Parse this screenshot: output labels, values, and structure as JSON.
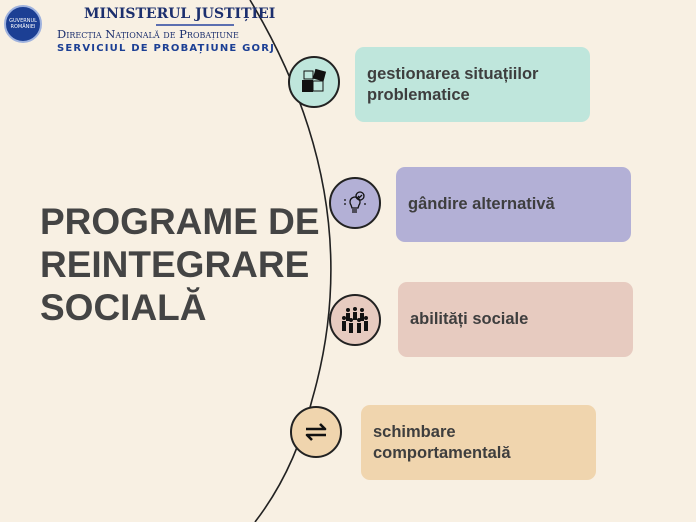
{
  "header": {
    "logo_text": "GUVERNUL ROMÂNIEI",
    "ministry": "MINISTERUL JUSTIȚIEI",
    "directorate": "Direcția Națională de Probațiune",
    "service": "SERVICIUL DE PROBAȚIUNE GORJ"
  },
  "title": [
    "PROGRAME DE",
    "REINTEGRARE",
    "SOCIALĂ"
  ],
  "items": [
    {
      "label": "gestionarea situațiilor problematice",
      "icon": "puzzle-icon",
      "color": "#bfe6dc"
    },
    {
      "label": "gândire alternativă",
      "icon": "lightbulb-icon",
      "color": "#b3b0d6"
    },
    {
      "label": "abilități sociale",
      "icon": "people-group-icon",
      "color": "#e7cbc0"
    },
    {
      "label": "schimbare comportamentală",
      "icon": "swap-arrows-icon",
      "color": "#f0d5ae"
    }
  ]
}
